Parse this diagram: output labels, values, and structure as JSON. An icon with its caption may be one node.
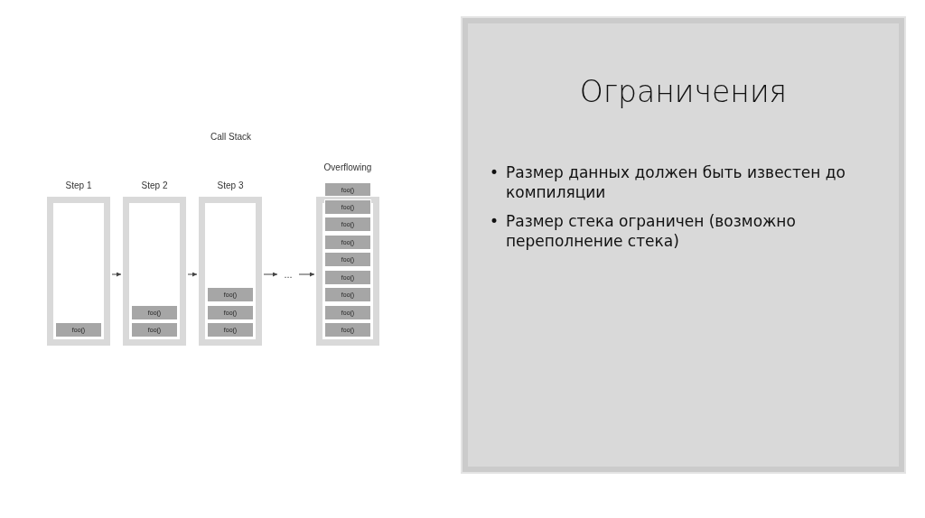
{
  "diagram": {
    "nodes": [
      {
        "text": [
          "Step 1"
        ]
      },
      {
        "text": [
          "foo()"
        ],
        "in": 0
      },
      {
        "text": [
          "Step 2"
        ]
      },
      {
        "text": [
          "foo()"
        ],
        "in": 2
      },
      {
        "text": [
          "foo()"
        ],
        "in": 2
      },
      {
        "text": [
          "Step 3"
        ]
      },
      {
        "text": [
          "foo()"
        ],
        "in": 5
      },
      {
        "text": [
          "foo()"
        ],
        "in": 5
      },
      {
        "text": [
          "foo()"
        ],
        "in": 5
      },
      {
        "text": [
          "..."
        ]
      },
      {
        "text": [
          "Overflowing"
        ]
      },
      {
        "text": [
          "foo()"
        ]
      },
      {
        "text": [
          "foo()"
        ],
        "in": 10
      },
      {
        "text": [
          "foo()"
        ],
        "in": 10
      },
      {
        "text": [
          "foo()"
        ],
        "in": 10
      },
      {
        "text": [
          "foo()"
        ],
        "in": 10
      },
      {
        "text": [
          "foo()"
        ],
        "in": 10
      },
      {
        "text": [
          "foo()"
        ],
        "in": 10
      },
      {
        "text": [
          "foo()"
        ],
        "in": 10
      },
      {
        "text": [
          "foo()"
        ],
        "in": 10
      },
      {
        "text": [
          "Ограничения",
          "•",
          "Размер данных должен быть известен до компиляции",
          "•",
          "Размер стека ограничен (возможно переполнение стека)"
        ]
      }
    ],
    "edges": [
      {
        "from": 0,
        "to": 2,
        "arrow": "to"
      },
      {
        "from": 2,
        "to": 5,
        "arrow": "to"
      },
      {
        "from": 5,
        "to": 9,
        "arrow": "to"
      },
      {
        "from": 9,
        "to": 10,
        "arrow": "to"
      }
    ],
    "labels": [
      "Call Stack"
    ]
  }
}
